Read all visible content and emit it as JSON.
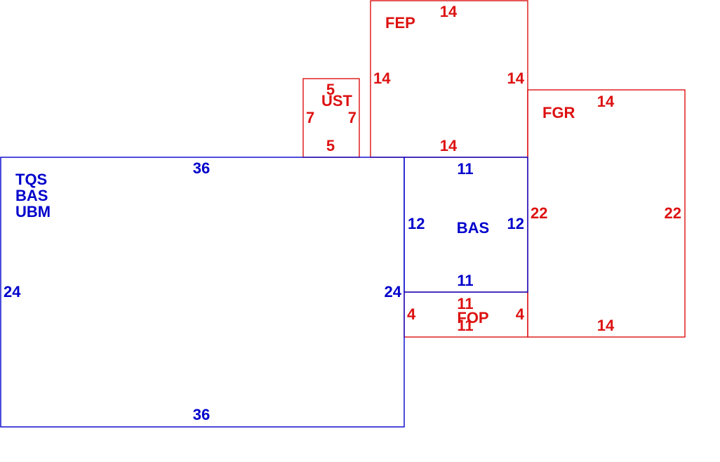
{
  "colors": {
    "living": "#0000cc",
    "nonliving": "#dd1111"
  },
  "areas": {
    "main_bas": {
      "codes": [
        "TQS",
        "BAS",
        "UBM"
      ],
      "top": "36",
      "bottom": "36",
      "left": "24",
      "right": "24"
    },
    "bas_small": {
      "code": "BAS",
      "top": "11",
      "bottom": "11",
      "left": "12",
      "right": "12"
    },
    "fop": {
      "code": "FOP",
      "top": "11",
      "bottom": "11",
      "left": "4",
      "right": "4"
    },
    "fgr": {
      "code": "FGR",
      "top": "14",
      "bottom": "14",
      "left": "22",
      "right": "22"
    },
    "fep": {
      "code": "FEP",
      "top": "14",
      "bottom": "14",
      "left": "14",
      "right": "14"
    },
    "ust": {
      "code": "UST",
      "top": "5",
      "bottom": "5",
      "left": "7",
      "right": "7"
    }
  }
}
